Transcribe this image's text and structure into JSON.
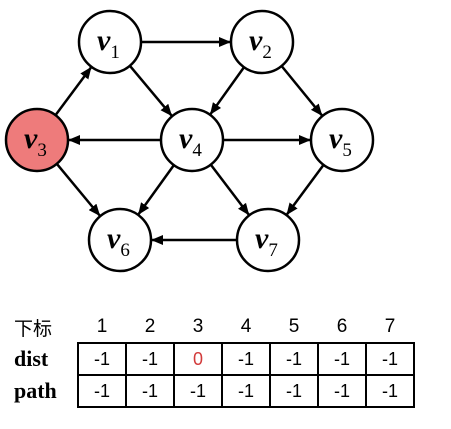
{
  "graph": {
    "nodes": [
      {
        "id": "v1",
        "letter": "v",
        "sub": "1",
        "highlighted": false
      },
      {
        "id": "v2",
        "letter": "v",
        "sub": "2",
        "highlighted": false
      },
      {
        "id": "v3",
        "letter": "v",
        "sub": "3",
        "highlighted": true
      },
      {
        "id": "v4",
        "letter": "v",
        "sub": "4",
        "highlighted": false
      },
      {
        "id": "v5",
        "letter": "v",
        "sub": "5",
        "highlighted": false
      },
      {
        "id": "v6",
        "letter": "v",
        "sub": "6",
        "highlighted": false
      },
      {
        "id": "v7",
        "letter": "v",
        "sub": "7",
        "highlighted": false
      }
    ],
    "edges": [
      {
        "from": "v1",
        "to": "v2"
      },
      {
        "from": "v1",
        "to": "v4"
      },
      {
        "from": "v2",
        "to": "v4"
      },
      {
        "from": "v2",
        "to": "v5"
      },
      {
        "from": "v3",
        "to": "v1"
      },
      {
        "from": "v3",
        "to": "v6"
      },
      {
        "from": "v4",
        "to": "v3"
      },
      {
        "from": "v4",
        "to": "v5"
      },
      {
        "from": "v4",
        "to": "v6"
      },
      {
        "from": "v4",
        "to": "v7"
      },
      {
        "from": "v5",
        "to": "v7"
      },
      {
        "from": "v7",
        "to": "v6"
      }
    ],
    "highlight_color": "#ee7b7b"
  },
  "table": {
    "header_label": "下标",
    "indices": [
      "1",
      "2",
      "3",
      "4",
      "5",
      "6",
      "7"
    ],
    "rows": [
      {
        "label": "dist",
        "values": [
          "-1",
          "-1",
          "0",
          "-1",
          "-1",
          "-1",
          "-1"
        ],
        "highlight_index": 2
      },
      {
        "label": "path",
        "values": [
          "-1",
          "-1",
          "-1",
          "-1",
          "-1",
          "-1",
          "-1"
        ],
        "highlight_index": -1
      }
    ],
    "highlight_text_color": "#d23a3a"
  }
}
